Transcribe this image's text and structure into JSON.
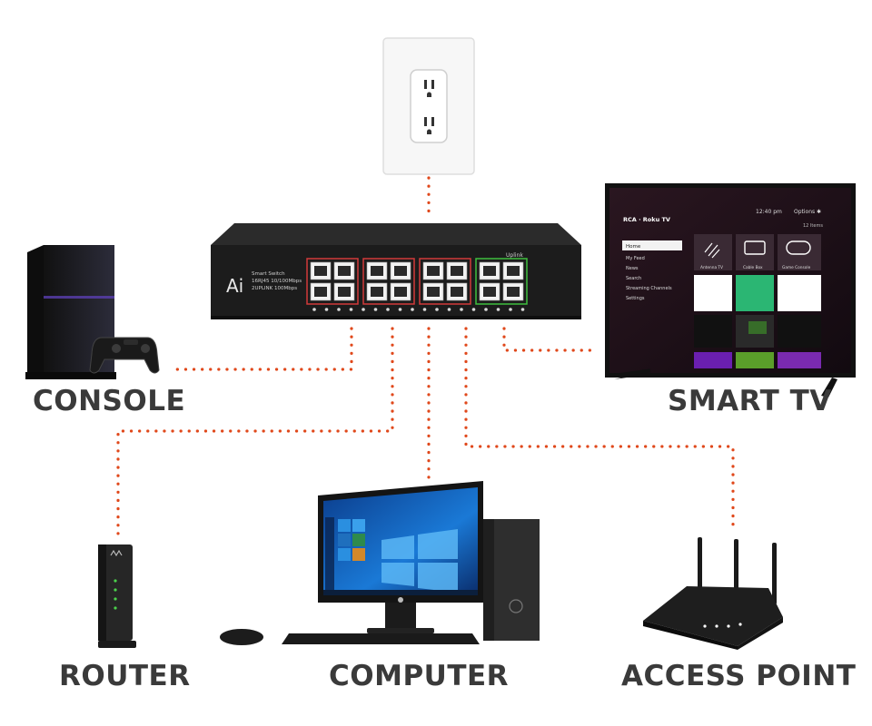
{
  "devices": {
    "console": "CONSOLE",
    "smart_tv": "SMART TV",
    "router": "ROUTER",
    "computer": "COMPUTER",
    "access_point": "ACCESS POINT"
  },
  "switch": {
    "brand": "Ai",
    "line1": "Smart Switch",
    "line2": "16RJ45 10/100Mbps",
    "line3": "2UPLINK 100Mbps",
    "uplink_label": "Uplink"
  },
  "tv_screen": {
    "brand": "RCA · Roku TV",
    "time": "12:40 pm",
    "options": "Options ✱",
    "items_count": "12 Items",
    "menu": [
      "Home",
      "My Feed",
      "News",
      "Search",
      "Streaming Channels",
      "Settings"
    ],
    "tiles": [
      "Antenna TV",
      "Cable Box",
      "Game Console"
    ]
  },
  "colors": {
    "connection_dots": "#e0481b",
    "label_text": "#3a3a3a",
    "switch_body": "#1c1c1c",
    "port_outline": "#d23a3a",
    "uplink_outline": "#3fbf3f"
  },
  "icons": [
    "wall-outlet-icon",
    "network-switch-icon",
    "game-console-icon",
    "smart-tv-icon",
    "cable-modem-icon",
    "desktop-computer-icon",
    "wifi-router-icon"
  ]
}
